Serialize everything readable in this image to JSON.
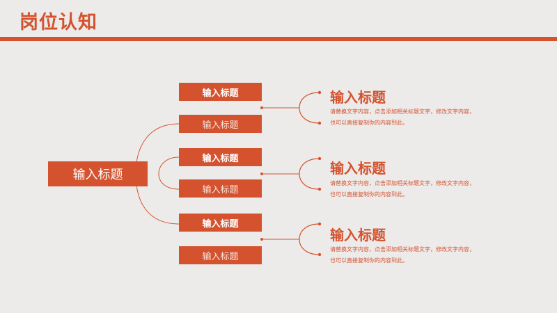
{
  "page": {
    "title": "岗位认知",
    "accent_color": "#d4522e",
    "background_color": "#ecebea"
  },
  "diagram": {
    "root_label": "输入标题",
    "branches": [
      "输入标题",
      "输入标题",
      "输入标题",
      "输入标题",
      "输入标题",
      "输入标题"
    ],
    "items": [
      {
        "heading": "输入标题",
        "text": "请替换文字内容，点击添加相关标题文字，修改文字内容，也可以直接复制你的内容到此。"
      },
      {
        "heading": "输入标题",
        "text": "请替换文字内容，点击添加相关标题文字，修改文字内容，也可以直接复制你的内容到此。"
      },
      {
        "heading": "输入标题",
        "text": "请替换文字内容，点击添加相关标题文字，修改文字内容，也可以直接复制你的内容到此。"
      }
    ]
  }
}
